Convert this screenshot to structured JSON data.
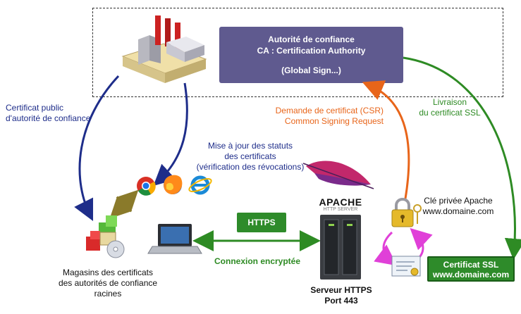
{
  "ca": {
    "line1": "Autorité de confiance",
    "line2": "CA : Certification Authority",
    "line3": "(Global Sign...)"
  },
  "labels": {
    "public_cert_1": "Certificat public",
    "public_cert_2": "d'autorité de confiance",
    "update_1": "Mise à jour des statuts",
    "update_2": "des certificats",
    "update_3": "(vérification des révocations)",
    "csr_1": "Demande de certificat (CSR)",
    "csr_2": "Common Signing Request",
    "delivery_1": "Livraison",
    "delivery_2": "du certificat SSL",
    "private_key_1": "Clé privée Apache",
    "private_key_2": "www.domaine.com",
    "stores_1": "Magasins des certificats",
    "stores_2": "des autorités de confiance",
    "stores_3": "racines",
    "encrypted": "Connexion encryptée",
    "server_1": "Serveur HTTPS",
    "server_2": "Port 443",
    "apache": "APACHE",
    "apache_sub": "HTTP SERVER"
  },
  "badges": {
    "https": "HTTPS",
    "ssl_cert_1": "Certificat SSL",
    "ssl_cert_2": "www.domaine.com"
  },
  "colors": {
    "ca_box": "#5f5a8f",
    "blue_arrow": "#1e2d8a",
    "orange_arrow": "#e8651a",
    "green_arrow": "#2e8b24",
    "olive_arrow": "#8a7a2a",
    "magenta_arrow": "#e040d8"
  },
  "icons": {
    "factory": "factory-icon",
    "browsers": [
      "chrome-icon",
      "firefox-icon",
      "internet-explorer-icon"
    ],
    "stores": "certificate-stores-icon",
    "laptop": "laptop-icon",
    "server": "server-icon",
    "apache_feather": "apache-feather-icon",
    "lock": "padlock-keys-icon",
    "certificate": "certificate-document-icon"
  }
}
